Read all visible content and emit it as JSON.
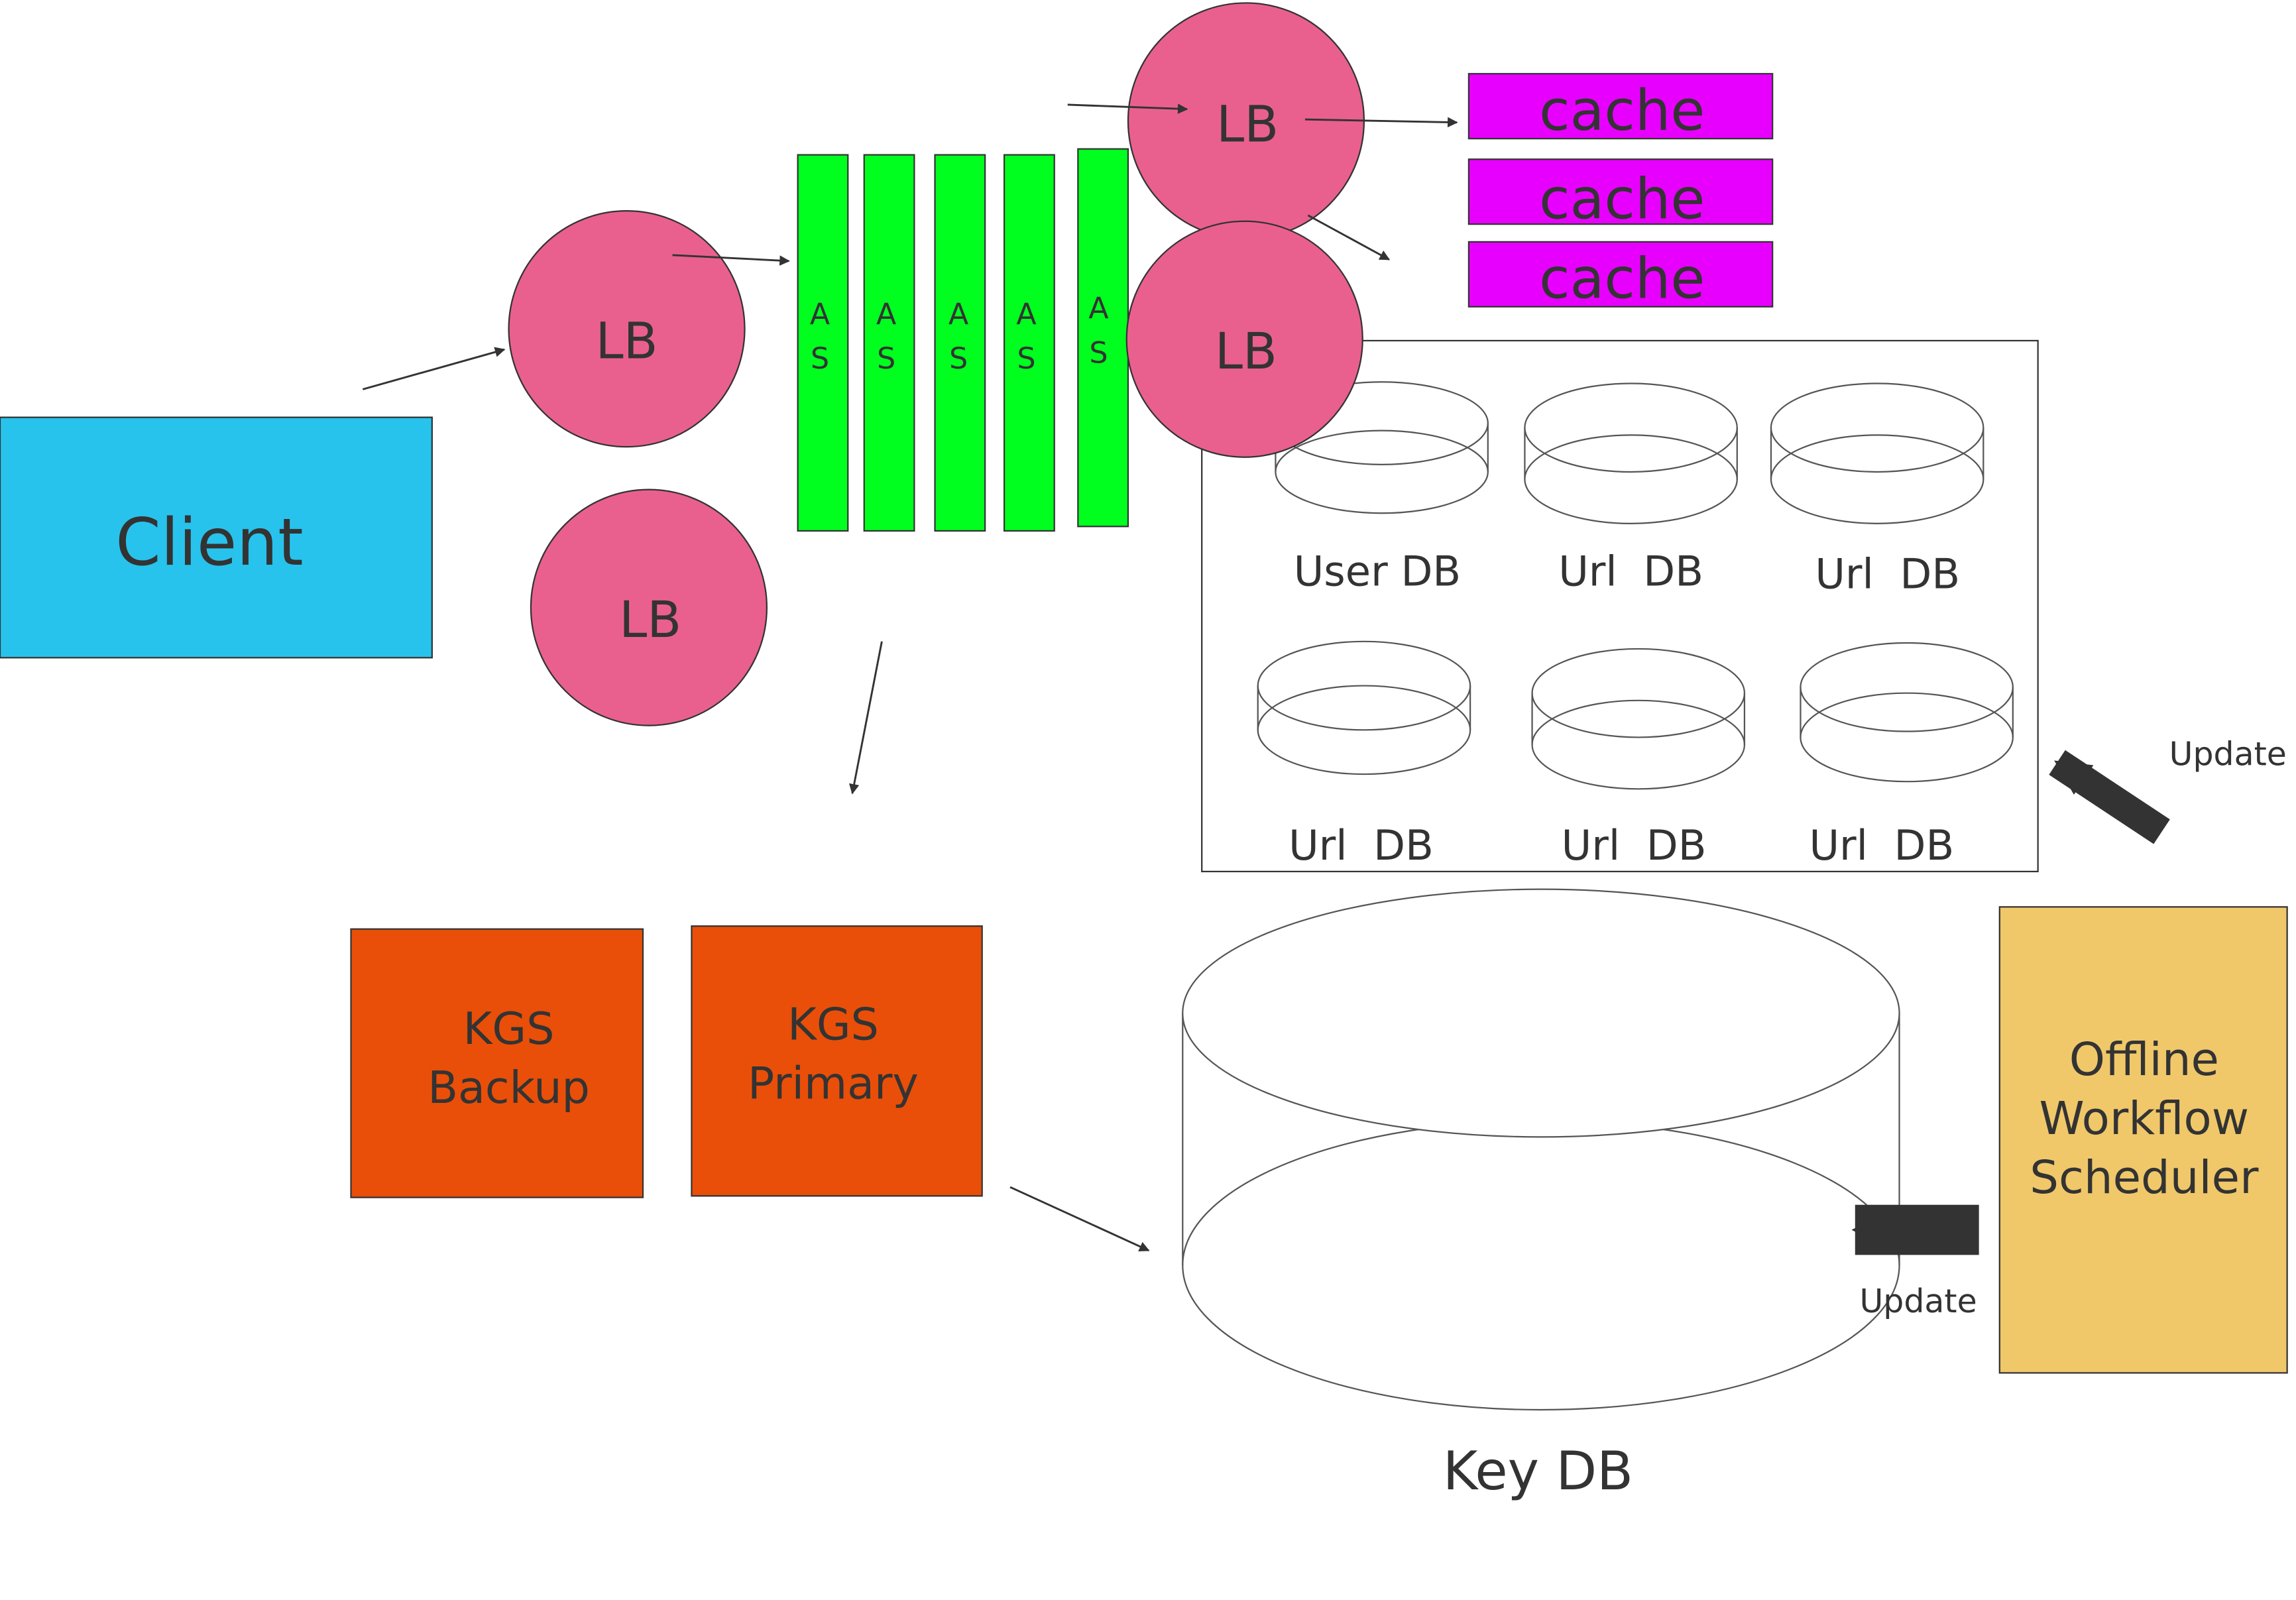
{
  "client": {
    "label": "Client"
  },
  "load_balancers": [
    "LB",
    "LB",
    "LB",
    "LB"
  ],
  "app_servers": [
    {
      "line1": "A",
      "line2": "S"
    },
    {
      "line1": "A",
      "line2": "S"
    },
    {
      "line1": "A",
      "line2": "S"
    },
    {
      "line1": "A",
      "line2": "S"
    },
    {
      "line1": "A",
      "line2": "S"
    }
  ],
  "caches": [
    "cache",
    "cache",
    "cache"
  ],
  "db_cluster": {
    "databases": [
      "User DB",
      "Url  DB",
      "Url  DB",
      "Url  DB",
      "Url  DB",
      "Url  DB"
    ]
  },
  "kgs": {
    "backup": {
      "line1": "KGS",
      "line2": "Backup"
    },
    "primary": {
      "line1": "KGS",
      "line2": "Primary"
    }
  },
  "key_db": {
    "label": "Key DB"
  },
  "scheduler": {
    "line1": "Offline",
    "line2": "Workflow",
    "line3": "Scheduler"
  },
  "update_labels": [
    "Update",
    "Update"
  ],
  "colors": {
    "client": "#27c3ec",
    "lb": "#e9608e",
    "app_server": "#00ff1e",
    "cache": "#e800ff",
    "kgs": "#e94f08",
    "scheduler": "#f0c86a",
    "text": "#333333"
  }
}
